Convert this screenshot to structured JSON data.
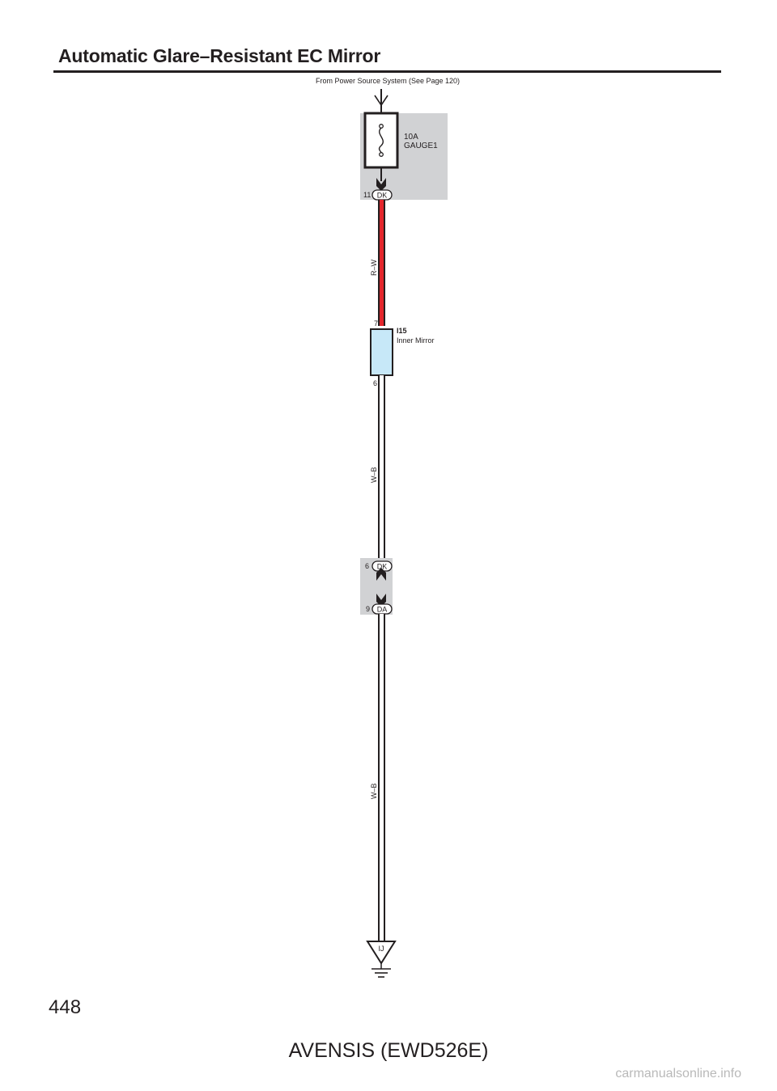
{
  "page": {
    "title": "Automatic Glare–Resistant EC Mirror",
    "page_number": "448",
    "footer": "AVENSIS (EWD526E)",
    "watermark": "carmanualsonline.info"
  },
  "diagram": {
    "source_label": "From Power Source System (See Page 120)",
    "fuse": {
      "rating": "10A",
      "name": "GAUGE1"
    },
    "connectors": {
      "dk_top": {
        "pin": "11",
        "code": "DK"
      },
      "dk_bottom": {
        "pin": "6",
        "code": "DK"
      },
      "da": {
        "pin": "9",
        "code": "DA"
      }
    },
    "wires": {
      "upper": {
        "color_code": "R–W",
        "color": "#e3262c"
      },
      "middle": {
        "color_code": "W–B"
      },
      "lower": {
        "color_code": "W–B"
      }
    },
    "component": {
      "code": "I15",
      "name": "Inner Mirror",
      "pin_top": "7",
      "pin_bottom": "6",
      "fill": "#c7e8f8"
    },
    "ground": {
      "code": "IJ"
    },
    "shade_color": "#d1d2d4"
  }
}
